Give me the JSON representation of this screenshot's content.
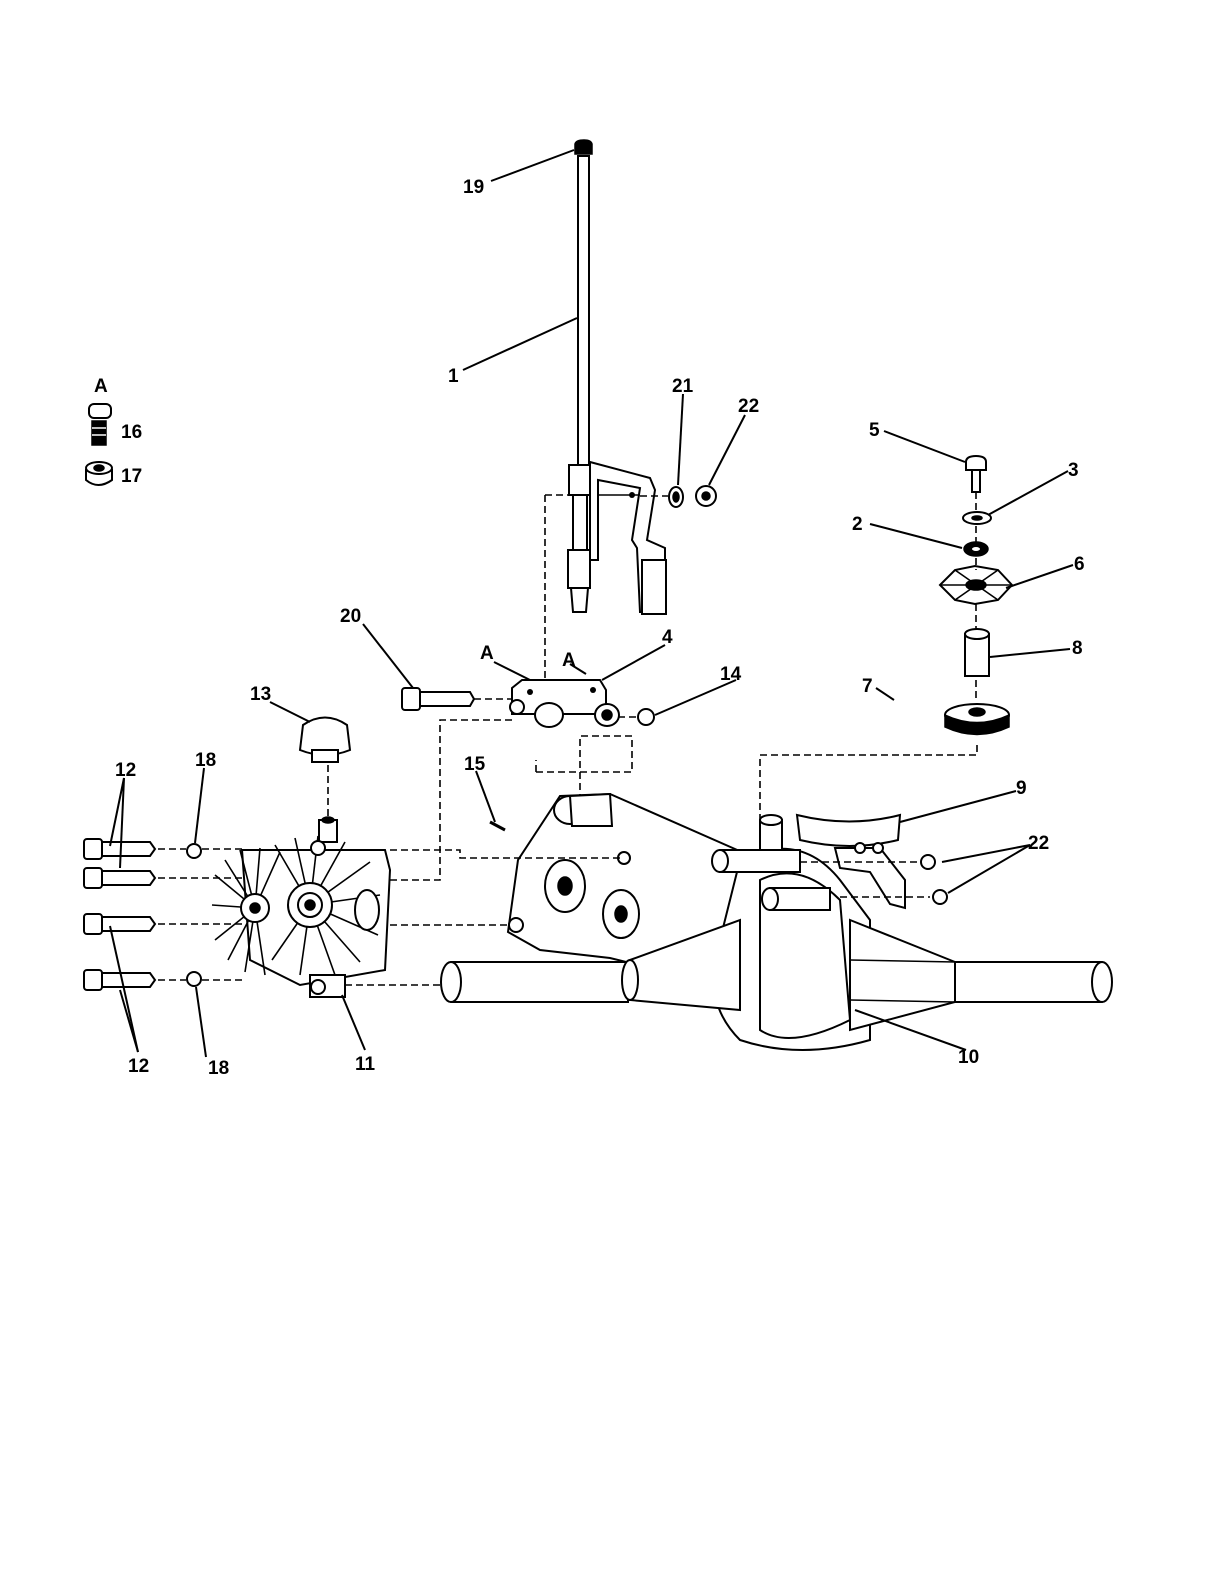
{
  "callouts": {
    "c1": "1",
    "c2": "2",
    "c3": "3",
    "c4": "4",
    "c5": "5",
    "c6": "6",
    "c7": "7",
    "c8": "8",
    "c9": "9",
    "c10": "10",
    "c11": "11",
    "c12a": "12",
    "c12b": "12",
    "c13": "13",
    "c14": "14",
    "c15": "15",
    "c16": "16",
    "c17": "17",
    "c18a": "18",
    "c18b": "18",
    "c19": "19",
    "c20": "20",
    "c21": "21",
    "c22a": "22",
    "c22b": "22",
    "detailA": "A",
    "refA1": "A",
    "refA2": "A"
  }
}
